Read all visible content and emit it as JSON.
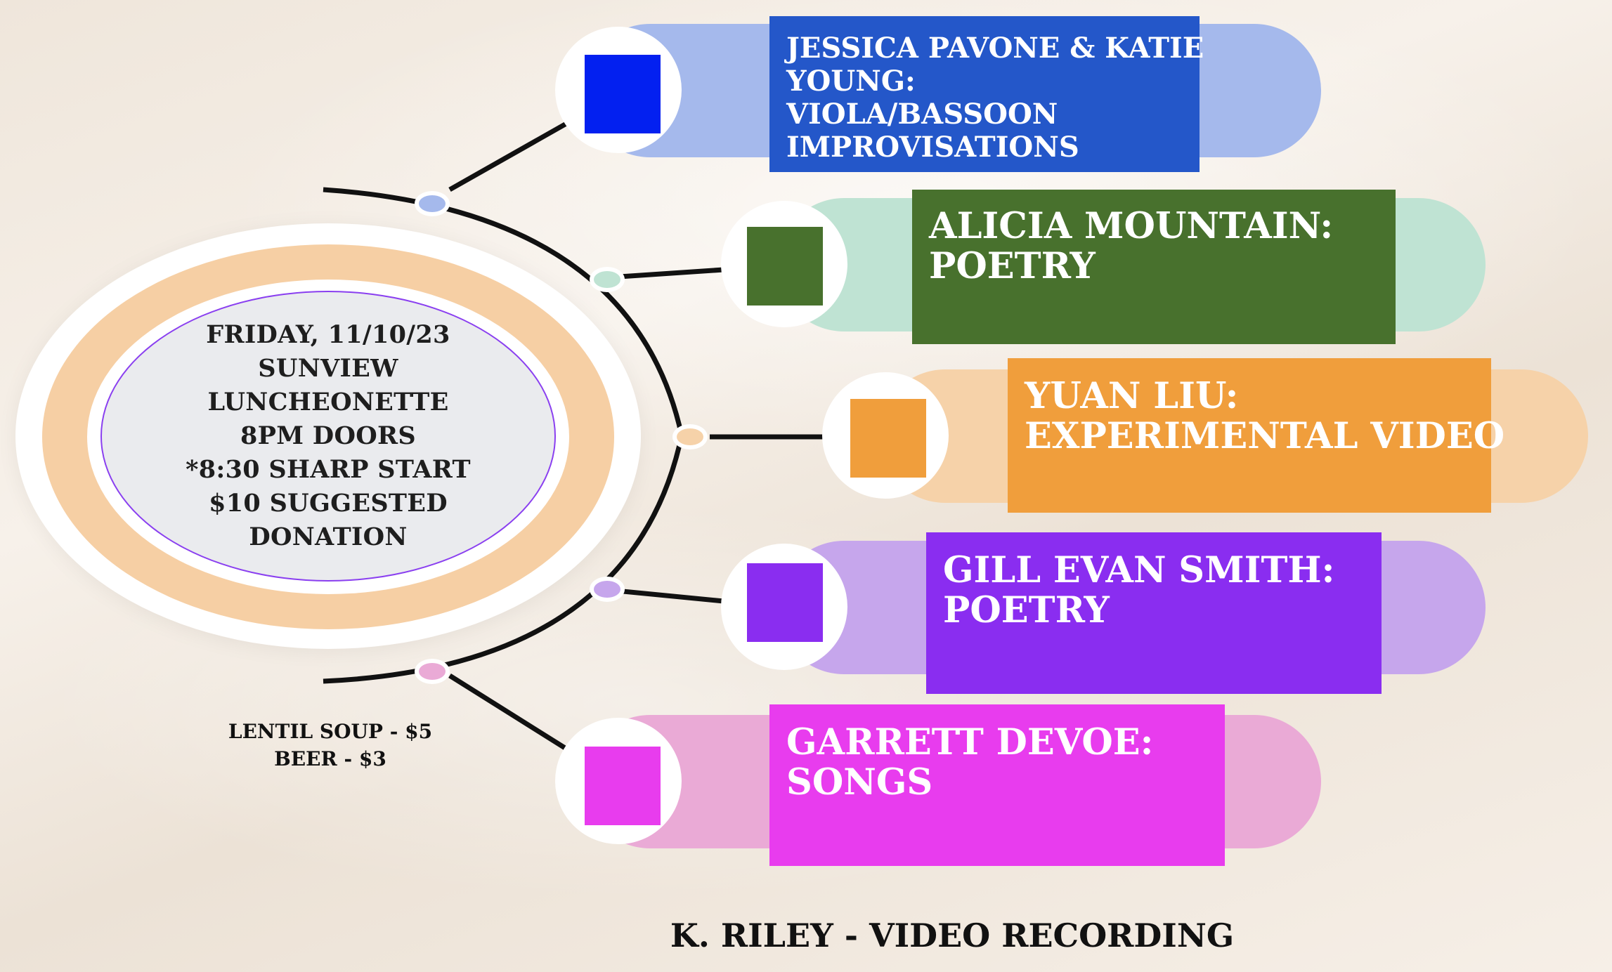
{
  "event": {
    "lines": [
      "FRIDAY, 11/10/23",
      "SUNVIEW",
      "LUNCHEONETTE",
      "8PM DOORS",
      "*8:30 SHARP START",
      "$10 SUGGESTED",
      "DONATION"
    ]
  },
  "menu": {
    "lines": [
      "LENTIL SOUP - $5",
      "BEER - $3"
    ]
  },
  "performers": [
    {
      "lines": [
        "JESSICA PAVONE & KATIE",
        "YOUNG:",
        "VIOLA/BASSOON",
        "IMPROVISATIONS"
      ],
      "color": "#2457c9",
      "square_color": "#0320f0",
      "pill_color": "#a5b9ec"
    },
    {
      "lines": [
        "ALICIA MOUNTAIN:",
        "POETRY"
      ],
      "color": "#48712d",
      "square_color": "#48712d",
      "pill_color": "#bfe3d3"
    },
    {
      "lines": [
        "YUAN LIU:",
        "EXPERIMENTAL VIDEO"
      ],
      "color": "#f09e3c",
      "square_color": "#f09e3c",
      "pill_color": "#f6d2a9"
    },
    {
      "lines": [
        "GILL EVAN SMITH:",
        "POETRY"
      ],
      "color": "#8a2df0",
      "square_color": "#8a2df0",
      "pill_color": "#c6a6ec"
    },
    {
      "lines": [
        "GARRETT DEVOE:",
        "SONGS"
      ],
      "color": "#e83cee",
      "square_color": "#e83cee",
      "pill_color": "#eaaad6"
    }
  ],
  "footer": {
    "credit": "K. RILEY - VIDEO RECORDING"
  },
  "connector_colors": {
    "line": "#111111",
    "dot_1": "#a5b9ec",
    "dot_2": "#bfe3d3",
    "dot_3": "#f6d2a9",
    "dot_4": "#c6a6ec",
    "dot_5": "#eaaad6"
  }
}
